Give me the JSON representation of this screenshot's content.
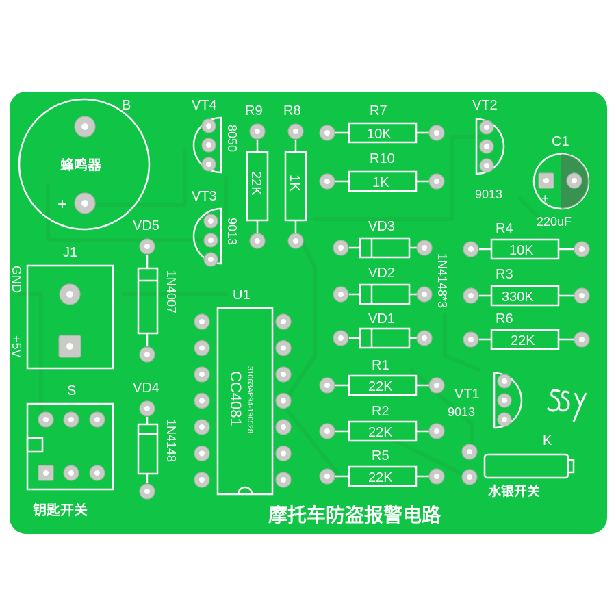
{
  "board": {
    "title": "摩托车防盗报警电路",
    "colors": {
      "solder_mask": "#10c445",
      "silkscreen": "#ffffff",
      "pad": "#c9ccc6",
      "background": "#ffffff"
    },
    "logo_text": "SSY"
  },
  "components": {
    "buzzer": {
      "ref": "B",
      "label": "蜂鸣器",
      "plus": "+"
    },
    "j1": {
      "ref": "J1",
      "gnd": "GND",
      "vcc": "+5V"
    },
    "switch_s": {
      "ref": "S",
      "label": "钥匙开关"
    },
    "vt4": {
      "ref": "VT4",
      "value": "8050"
    },
    "vt3": {
      "ref": "VT3",
      "value": "9013"
    },
    "vt2": {
      "ref": "VT2",
      "value": "9013"
    },
    "vt1": {
      "ref": "VT1",
      "value": "9013"
    },
    "r9": {
      "ref": "R9",
      "value": "22K"
    },
    "r8": {
      "ref": "R8",
      "value": "1K"
    },
    "r7": {
      "ref": "R7",
      "value": "10K"
    },
    "r10": {
      "ref": "R10",
      "value": "1K"
    },
    "r4": {
      "ref": "R4",
      "value": "10K"
    },
    "r3": {
      "ref": "R3",
      "value": "330K"
    },
    "r6": {
      "ref": "R6",
      "value": "22K"
    },
    "r1": {
      "ref": "R1",
      "value": "22K"
    },
    "r2": {
      "ref": "R2",
      "value": "22K"
    },
    "r5": {
      "ref": "R5",
      "value": "22K"
    },
    "c1": {
      "ref": "C1",
      "value": "220uF",
      "plus": "+"
    },
    "vd5": {
      "ref": "VD5",
      "value": "1N4007"
    },
    "vd4": {
      "ref": "VD4",
      "value": "1N4148"
    },
    "vd3": {
      "ref": "VD3"
    },
    "vd2": {
      "ref": "VD2"
    },
    "vd1": {
      "ref": "VD1"
    },
    "vd_group_value": "1N4148*3",
    "u1": {
      "ref": "U1",
      "value": "CC4081",
      "code": "31063AP94-190528"
    },
    "k": {
      "ref": "K",
      "label": "水银开关"
    }
  }
}
